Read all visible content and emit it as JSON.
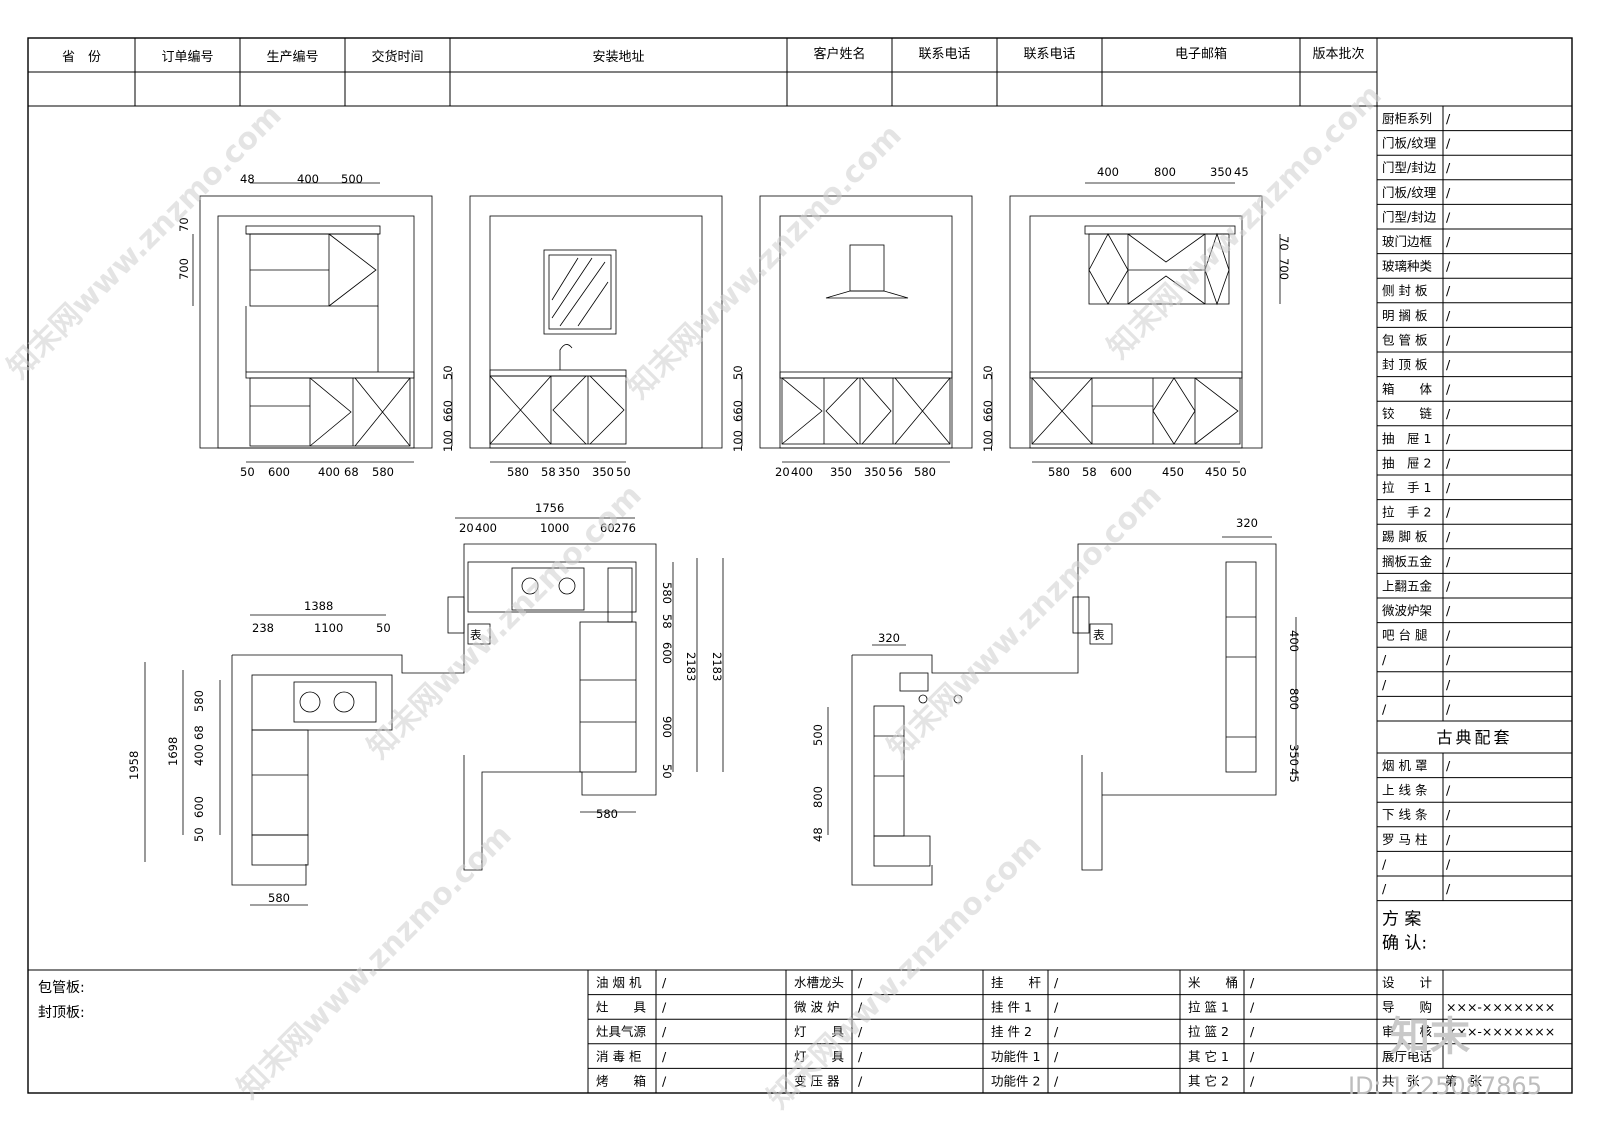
{
  "header": {
    "columns": [
      "省　份",
      "订单编号",
      "生产编号",
      "交货时间",
      "安装地址",
      "客户姓名",
      "联系电话",
      "联系电话",
      "电子邮箱",
      "版本批次"
    ]
  },
  "side_panel": {
    "rows": [
      {
        "label": "厨柜系列",
        "value": "/"
      },
      {
        "label": "门板/纹理",
        "value": "/"
      },
      {
        "label": "门型/封边",
        "value": "/"
      },
      {
        "label": "门板/纹理",
        "value": "/"
      },
      {
        "label": "门型/封边",
        "value": "/"
      },
      {
        "label": "玻门边框",
        "value": "/"
      },
      {
        "label": "玻璃种类",
        "value": "/"
      },
      {
        "label": "侧 封 板",
        "value": "/"
      },
      {
        "label": "明 搁 板",
        "value": "/"
      },
      {
        "label": "包 管 板",
        "value": "/"
      },
      {
        "label": "封 顶 板",
        "value": "/"
      },
      {
        "label": "箱　　体",
        "value": "/"
      },
      {
        "label": "铰　　链",
        "value": "/"
      },
      {
        "label": "抽　屉 1",
        "value": "/"
      },
      {
        "label": "抽　屉 2",
        "value": "/"
      },
      {
        "label": "拉　手 1",
        "value": "/"
      },
      {
        "label": "拉　手 2",
        "value": "/"
      },
      {
        "label": "踢 脚 板",
        "value": "/"
      },
      {
        "label": "搁板五金",
        "value": "/"
      },
      {
        "label": "上翻五金",
        "value": "/"
      },
      {
        "label": "微波炉架",
        "value": "/"
      },
      {
        "label": "吧 台 腿",
        "value": "/"
      },
      {
        "label": "/",
        "value": "/"
      },
      {
        "label": "/",
        "value": "/"
      },
      {
        "label": "/",
        "value": "/"
      }
    ],
    "classic_title": "古典配套",
    "classic_rows": [
      {
        "label": "烟 机 罩",
        "value": "/"
      },
      {
        "label": "上 线 条",
        "value": "/"
      },
      {
        "label": "下 线 条",
        "value": "/"
      },
      {
        "label": "罗 马 柱",
        "value": "/"
      },
      {
        "label": "/",
        "value": "/"
      },
      {
        "label": "/",
        "value": "/"
      }
    ],
    "confirm_line1": "方 案",
    "confirm_line2": "确 认:",
    "sign_rows": [
      {
        "label": "设　　计",
        "value": ""
      },
      {
        "label": "导　　购",
        "value": "×××-×××××××"
      },
      {
        "label": "审　　核",
        "value": "×××-×××××××"
      },
      {
        "label": "展厅电话",
        "value": ""
      },
      {
        "label": "共　张　　第　张",
        "value": ""
      }
    ]
  },
  "bottom": {
    "notes": [
      "包管板:",
      "封顶板:"
    ],
    "col1": [
      {
        "label": "油 烟 机",
        "value": "/"
      },
      {
        "label": "灶　　具",
        "value": "/"
      },
      {
        "label": "灶具气源",
        "value": "/"
      },
      {
        "label": "消 毒 柜",
        "value": "/"
      },
      {
        "label": "烤　　箱",
        "value": "/"
      }
    ],
    "col2": [
      {
        "label": "水槽龙头",
        "value": "/"
      },
      {
        "label": "微 波 炉",
        "value": "/"
      },
      {
        "label": "灯　　具",
        "value": "/"
      },
      {
        "label": "灯　　具",
        "value": "/"
      },
      {
        "label": "变 压 器",
        "value": "/"
      }
    ],
    "col3": [
      {
        "label": "挂　　杆",
        "value": "/"
      },
      {
        "label": "挂 件 1",
        "value": "/"
      },
      {
        "label": "挂 件 2",
        "value": "/"
      },
      {
        "label": "功能件 1",
        "value": "/"
      },
      {
        "label": "功能件 2",
        "value": "/"
      }
    ],
    "col4": [
      {
        "label": "米　　桶",
        "value": "/"
      },
      {
        "label": "拉 篮 1",
        "value": "/"
      },
      {
        "label": "拉 篮 2",
        "value": "/"
      },
      {
        "label": "其 它 1",
        "value": "/"
      },
      {
        "label": "其 它 2",
        "value": "/"
      }
    ]
  },
  "elevations": {
    "e1": {
      "top": [
        "48",
        "400",
        "500"
      ],
      "left": [
        "70",
        "700"
      ],
      "bottom": [
        "50",
        "600",
        "400",
        "68",
        "580"
      ]
    },
    "e2": {
      "left": [
        "50",
        "660",
        "100"
      ],
      "bottom": [
        "580",
        "58",
        "350",
        "350",
        "50"
      ]
    },
    "e3": {
      "left": [
        "50",
        "660",
        "100"
      ],
      "bottom": [
        "20",
        "400",
        "350",
        "350",
        "56",
        "580"
      ]
    },
    "e4": {
      "top": [
        "400",
        "800",
        "350",
        "45"
      ],
      "right": [
        "70",
        "700"
      ],
      "left": [
        "50",
        "660",
        "100"
      ],
      "bottom": [
        "580",
        "58",
        "600",
        "450",
        "450",
        "50"
      ]
    }
  },
  "plan1": {
    "top_total": "1756",
    "top": [
      "20",
      "400",
      "1000",
      "60",
      "276"
    ],
    "left_top_total": "1388",
    "left_top": [
      "238",
      "1100",
      "50"
    ],
    "left_outer": "1958",
    "left_mid": "1698",
    "left": [
      "580",
      "68",
      "400",
      "600",
      "50"
    ],
    "right": [
      "580",
      "58",
      "600",
      "900",
      "50"
    ],
    "right_total1": "2183",
    "right_total2": "2183",
    "bottom_left": "580",
    "bottom_right": "580",
    "meter_label": "表"
  },
  "plan2": {
    "top_right": "320",
    "top_left": "320",
    "left": [
      "500",
      "800",
      "48"
    ],
    "right": [
      "400",
      "800",
      "350",
      "45"
    ],
    "meter_label": "表"
  },
  "watermark": {
    "text": "知末网www.znzmo.com",
    "brand": "知末",
    "id": "ID: 1225087865"
  }
}
